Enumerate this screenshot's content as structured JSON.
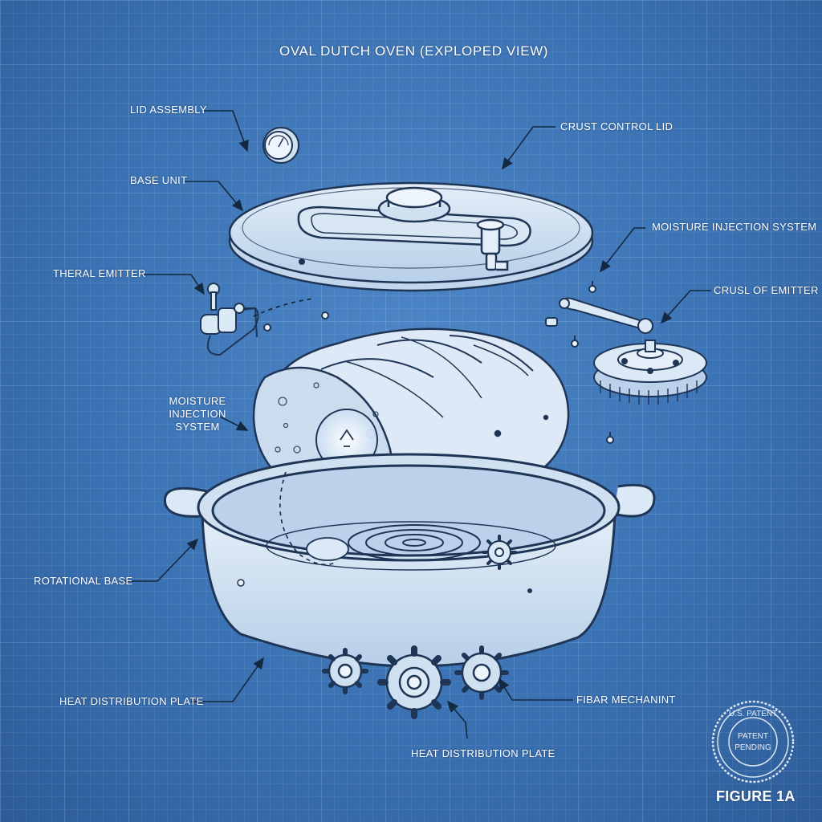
{
  "title": "OVAL DUTCH OVEN (EXPLOPED VIEW)",
  "labels": {
    "lid_assembly": "LID ASSEMBLY",
    "base_unit": "BASE UNIT",
    "theral_emitter": "THERAL EMITTER",
    "moisture_injection_left": "MOISTURE INJECTION SYSTEM",
    "rotational_base": "ROTATIONAL BASE",
    "heat_distribution_plate_left": "HEAT DISTRIBUTION PLATE",
    "heat_distribution_plate_bottom": "HEAT DISTRIBUTION PLATE",
    "crust_control_lid": "CRUST CONTROL LID",
    "moisture_injection_right": "MOISTURE INJECTION SYSTEM",
    "crust_emitter": "CRUSL OF EMITTER",
    "fibar_mechanism": "FIBAR MECHANINT"
  },
  "stamp": {
    "top": "U.S. PATENT",
    "line1": "PATENT",
    "line2": "PENDING"
  },
  "figure": "FIGURE 1A",
  "colors": {
    "background": "#3b72b3",
    "line": "#1f3556",
    "fill": "#dbe8f5",
    "text": "#ffffff"
  }
}
